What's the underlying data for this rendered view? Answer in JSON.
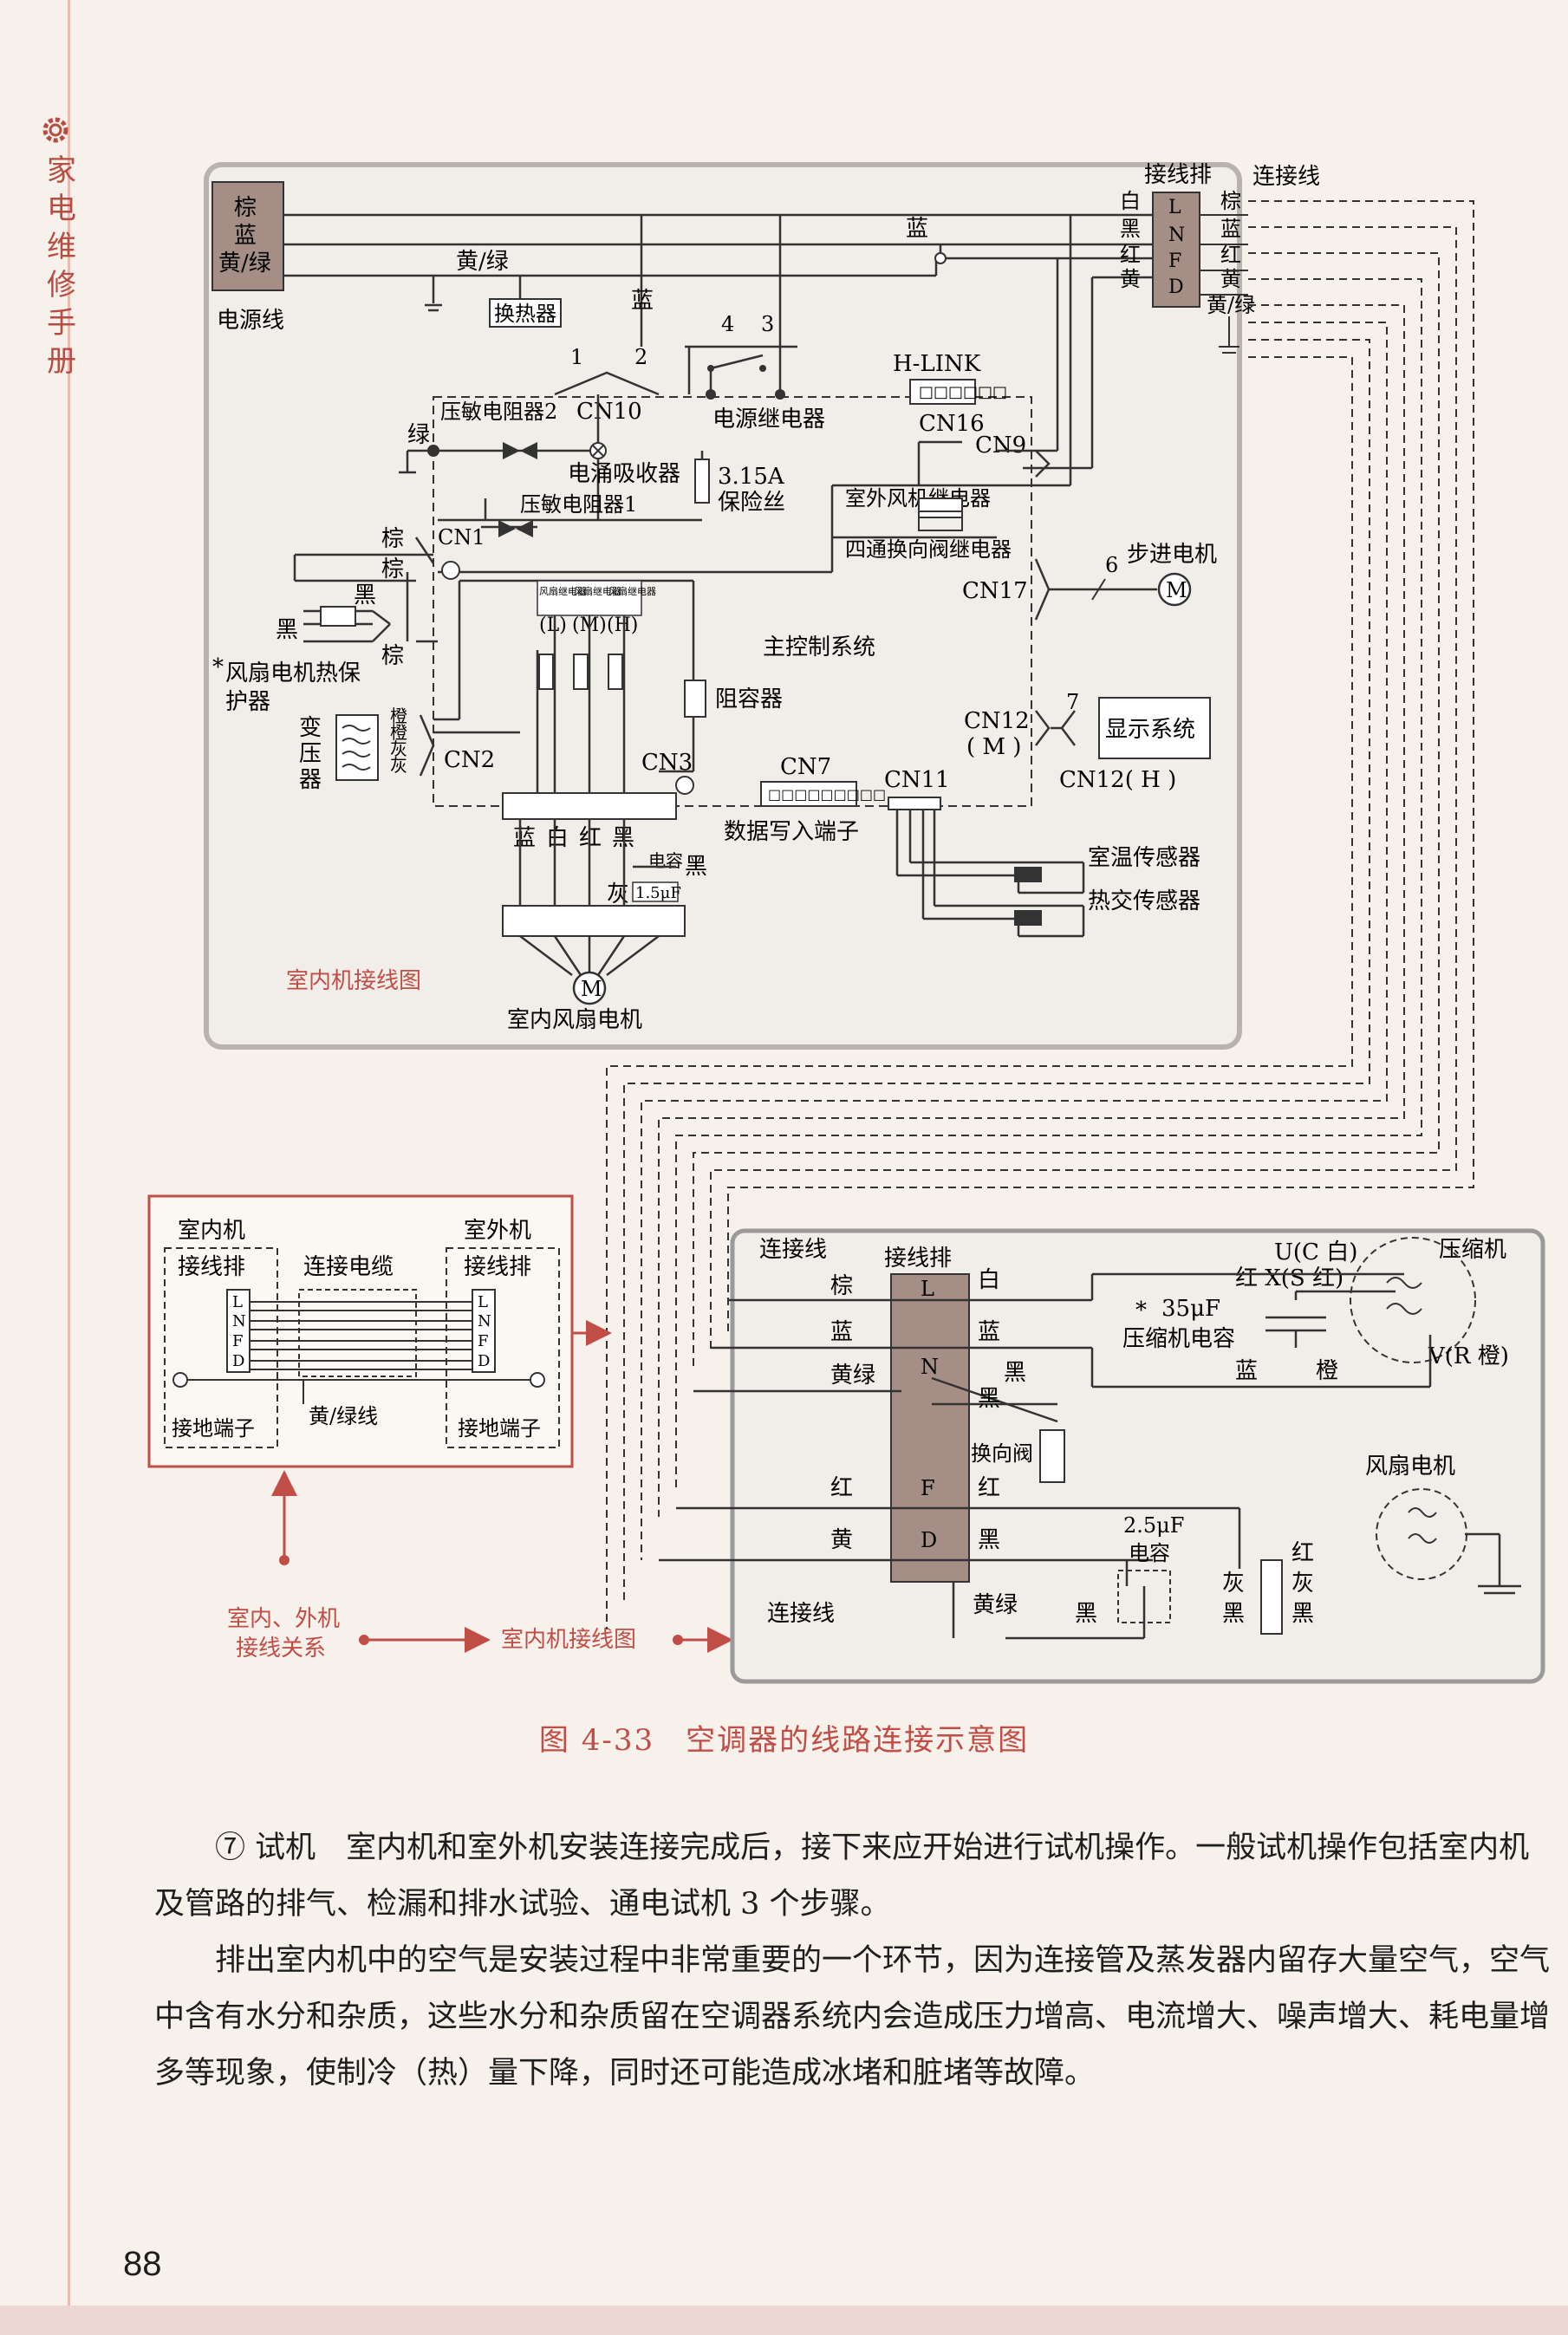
{
  "sidebar": {
    "chars": [
      "家",
      "电",
      "维",
      "修",
      "手",
      "册"
    ],
    "logo_icon": "gear-icon",
    "color": "#b64d42"
  },
  "diagram": {
    "indoor": {
      "power_line_colors": [
        "棕",
        "蓝",
        "黄/绿"
      ],
      "power_line": "电源线",
      "yellow_green": "黄/绿",
      "heat_exchanger": "换热器",
      "blue": "蓝",
      "cn10_pins": [
        "1",
        "2"
      ],
      "relay_pins": [
        "4",
        "3"
      ],
      "varistor2": "压敏电阻器2",
      "cn10": "CN10",
      "green": "绿",
      "surge_absorber": "电涌吸收器",
      "power_relay": "电源继电器",
      "fuse": "3.15A",
      "fuse_label": "保险丝",
      "hlink": "H-LINK",
      "cn16": "CN16",
      "cn9": "CN9",
      "outdoor_fan_relay": "室外风机继电器",
      "four_way_relay": "四通换向阀继电器",
      "varistor1": "压敏电阻器1",
      "cn1": "CN1",
      "brown": "棕",
      "black": "黑",
      "fan_thermal": "风扇电机热保",
      "fan_thermal2": "护器",
      "transformer": [
        "变",
        "压",
        "器"
      ],
      "transformer_wires": [
        "橙",
        "橙",
        "灰",
        "灰"
      ],
      "cn2": "CN2",
      "fan_relays": [
        "(L)",
        "(M)",
        "(H)"
      ],
      "fan_relay_title": "风扇继电器",
      "main_control": "主控制系统",
      "resistor": "阻容器",
      "cn3": "CN3",
      "cn7": "CN7",
      "cn11": "CN11",
      "data_port": "数据写入端子",
      "cn17": "CN17",
      "stepper_num": "6",
      "stepper_motor": "步进电机",
      "motor_symbol": "M",
      "cn12m": "CN12",
      "cn12m_sub": "( M )",
      "cn12h": "CN12( H )",
      "cn12_num": "7",
      "display": "显示系统",
      "fan_wire_colors": [
        "蓝",
        "白",
        "红",
        "黑"
      ],
      "cap_label": "电容",
      "cap_value": "1.5μF",
      "gray": "灰",
      "room_sensor": "室温传感器",
      "heat_sensor": "热交传感器",
      "fan_motor": "室内风扇电机",
      "title": "室内机接线图",
      "terminal": "接线排",
      "conn_line": "连接线",
      "terminal_letters": [
        "L",
        "N",
        "F",
        "D"
      ],
      "terminal_left_colors": [
        "白",
        "黑",
        "红",
        "黄"
      ],
      "terminal_right_colors": [
        "棕",
        "蓝",
        "红",
        "黄",
        "黄/绿"
      ]
    },
    "relation": {
      "indoor": "室内机",
      "indoor_term": "接线排",
      "outdoor": "室外机",
      "outdoor_term": "接线排",
      "cable": "连接电缆",
      "ground_term": "接地端子",
      "yellow_green_line": "黄/绿线",
      "letters": [
        "L",
        "N",
        "F",
        "D"
      ],
      "note1": "室内、外机",
      "note2": "接线关系",
      "note3": "室内机接线图"
    },
    "outdoor": {
      "conn_line_top": "连接线",
      "conn_line_bottom": "连接线",
      "terminal": "接线排",
      "letters": [
        "L",
        "N",
        "F",
        "D"
      ],
      "left_colors": [
        "棕",
        "蓝",
        "黄绿",
        "红",
        "黄"
      ],
      "right_labels": [
        "白",
        "蓝",
        "黑",
        "黑",
        "红",
        "黑"
      ],
      "reversing_valve": "换向阀",
      "yellow_green": "黄绿",
      "compressor": "压缩机",
      "u_c": "U(C 白)",
      "x_s": "红 X(S 红)",
      "v_r": "V(R 橙)",
      "comp_cap_value": "35μF",
      "comp_cap": "压缩机电容",
      "comp_cap_blue": "蓝",
      "comp_cap_orange": "橙",
      "fan_motor": "风扇电机",
      "fan_cap_value": "2.5μF",
      "fan_cap": "电容",
      "black": "黑",
      "gray": "灰",
      "red": "红",
      "asterisk": "*"
    }
  },
  "caption": "图 4-33　空调器的线路连接示意图",
  "paragraphs": [
    "⑦ 试机　室内机和室外机安装连接完成后，接下来应开始进行试机操作。一般试机操作包括室内机及管路的排气、检漏和排水试验、通电试机 3 个步骤。",
    "排出室内机中的空气是安装过程中非常重要的一个环节，因为连接管及蒸发器内留存大量空气，空气中含有水分和杂质，这些水分和杂质留在空调器系统内会造成压力增高、电流增大、噪声增大、耗电量增多等现象，使制冷（热）量下降，同时还可能造成冰堵和脏堵等故障。"
  ],
  "page_number": "88",
  "colors": {
    "accent": "#c04d46",
    "panel_fill": "#f1ede8",
    "panel_border": "#9a9a9a",
    "terminal_fill": "#a58e86"
  }
}
